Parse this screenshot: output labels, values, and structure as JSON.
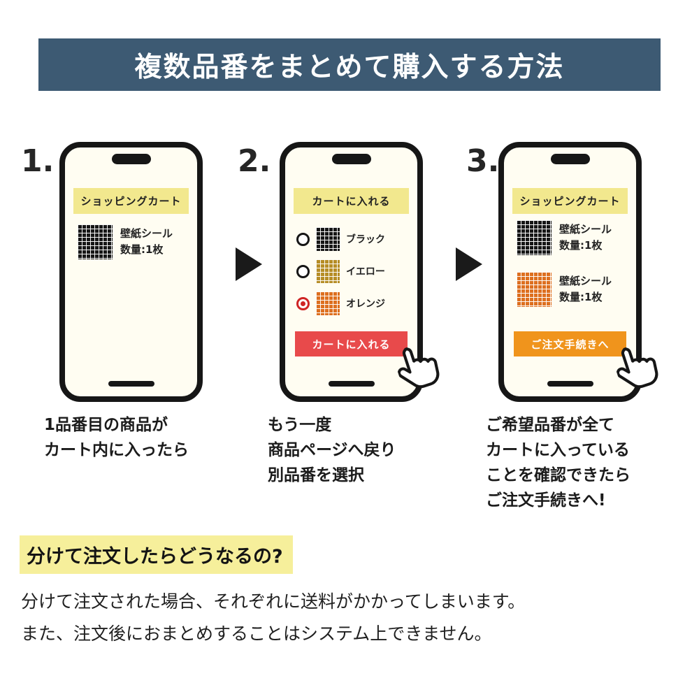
{
  "banner": {
    "title": "複数品番をまとめて購入する方法",
    "bg_color": "#3d5a73",
    "text_color": "#ffffff"
  },
  "steps": [
    {
      "number": "1.",
      "phone": {
        "header": "ショッピングカート",
        "items": [
          {
            "swatch": "black",
            "name": "壁紙シール",
            "quantity": "数量:1枚"
          }
        ]
      },
      "caption": [
        "1品番目の商品が",
        "カート内に入ったら"
      ]
    },
    {
      "number": "2.",
      "phone": {
        "header": "カートに入れる",
        "options": [
          {
            "swatch": "black",
            "label": "ブラック",
            "selected": false
          },
          {
            "swatch": "yellow",
            "label": "イエロー",
            "selected": false
          },
          {
            "swatch": "orange",
            "label": "オレンジ",
            "selected": true
          }
        ],
        "button": {
          "label": "カートに入れる",
          "color": "#e84a4b"
        }
      },
      "caption": [
        "もう一度",
        "商品ページへ戻り",
        "別品番を選択"
      ]
    },
    {
      "number": "3.",
      "phone": {
        "header": "ショッピングカート",
        "items": [
          {
            "swatch": "black",
            "name": "壁紙シール",
            "quantity": "数量:1枚"
          },
          {
            "swatch": "orange",
            "name": "壁紙シール",
            "quantity": "数量:1枚"
          }
        ],
        "button": {
          "label": "ご注文手続きへ",
          "color": "#f0941c"
        }
      },
      "caption": [
        "ご希望品番が全て",
        "カートに入っている",
        "ことを確認できたら",
        "ご注文手続きへ!"
      ]
    }
  ],
  "footer": {
    "heading": "分けて注文したらどうなるの?",
    "heading_highlight": "#f6ef9b",
    "body": [
      "分けて注文された場合、それぞれに送料がかかってしまいます。",
      "また、注文後におまとめすることはシステム上できません。"
    ]
  },
  "colors": {
    "banner_bg": "#3d5a73",
    "phone_screen": "#fffdf2",
    "phone_header_bg": "#f2e88e",
    "add_to_cart_red": "#e84a4b",
    "order_orange": "#f0941c",
    "swatch_black": "#161616",
    "swatch_yellow": "#b68d26",
    "swatch_orange": "#dd6f1f"
  },
  "icons": {
    "arrow": "right-triangle",
    "hand": "pointing-hand-cursor",
    "radio_unselected": "circle-outline",
    "radio_selected": "red-dot-circle"
  }
}
